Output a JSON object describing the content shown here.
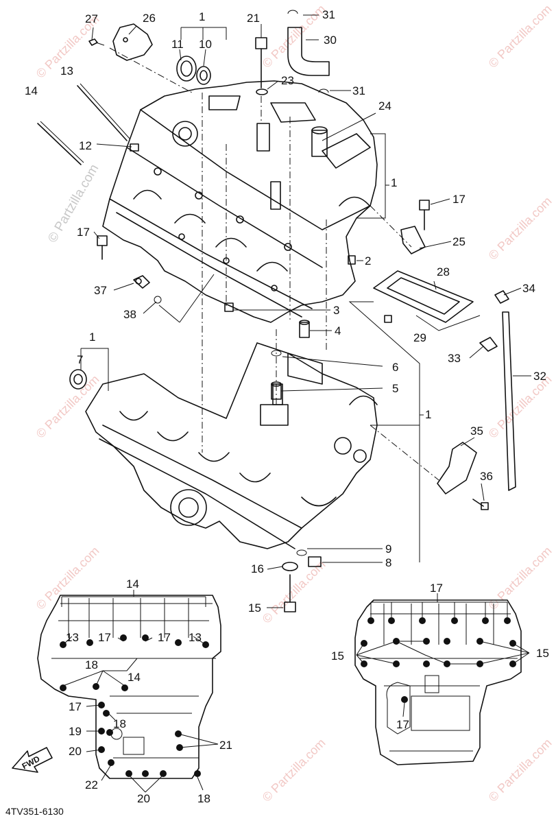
{
  "watermark": "© Partzilla.com",
  "diagram_code": "4TV351-6130",
  "fwd_label": "FWD",
  "callouts": {
    "c1": "1",
    "c2": "2",
    "c3": "3",
    "c4": "4",
    "c5": "5",
    "c6": "6",
    "c7": "7",
    "c8": "8",
    "c9": "9",
    "c10": "10",
    "c11": "11",
    "c12": "12",
    "c13": "13",
    "c14": "14",
    "c15": "15",
    "c16": "16",
    "c17": "17",
    "c18": "18",
    "c19": "19",
    "c20": "20",
    "c21": "21",
    "c22": "22",
    "c23": "23",
    "c24": "24",
    "c25": "25",
    "c26": "26",
    "c27": "27",
    "c28": "28",
    "c29": "29",
    "c30": "30",
    "c31": "31",
    "c32": "32",
    "c33": "33",
    "c34": "34",
    "c35": "35",
    "c36": "36",
    "c37": "37",
    "c38": "38"
  }
}
